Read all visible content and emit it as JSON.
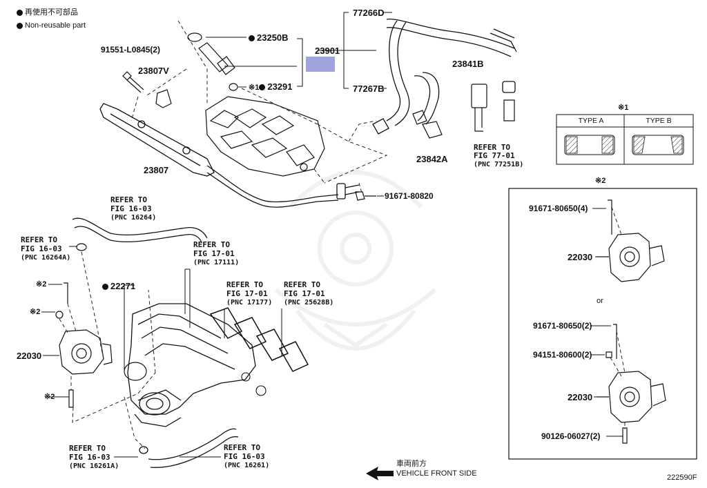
{
  "legend": {
    "jp": "再使用不可部品",
    "en": "Non-reusable part"
  },
  "labels": {
    "p91551": "91551-L0845(2)",
    "p23807v": "23807V",
    "p23807": "23807",
    "p23250b": "23250B",
    "p23291": "23291",
    "note1_mark": "※1",
    "p23901": "23901",
    "p77266d": "77266D",
    "p77267b": "77267B",
    "p23841b": "23841B",
    "p23842a": "23842A",
    "p91671_80820": "91671-80820",
    "p22271": "22271",
    "p22030_left": "22030",
    "note2_a": "※2",
    "note2_b": "※2",
    "note2_c": "※2",
    "p91671_80650_4": "91671-80650(4)",
    "p22030_right1": "22030",
    "or": "or",
    "p91671_80650_2": "91671-80650(2)",
    "p94151_80600_2": "94151-80600(2)",
    "p22030_right2": "22030",
    "p90126_06027_2": "90126-06027(2)"
  },
  "refs": {
    "r77_l1": "REFER TO",
    "r77_l2": "FIG 77-01",
    "r77_l3": "(PNC 77251B)",
    "r16264_l1": "REFER TO",
    "r16264_l2": "FIG 16-03",
    "r16264_l3": "(PNC 16264)",
    "r16264a_l1": "REFER TO",
    "r16264a_l2": "FIG 16-03",
    "r16264a_l3": "(PNC 16264A)",
    "r17111_l1": "REFER TO",
    "r17111_l2": "FIG 17-01",
    "r17111_l3": "(PNC 17111)",
    "r17177_l1": "REFER TO",
    "r17177_l2": "FIG 17-01",
    "r17177_l3": "(PNC 17177)",
    "r25628b_l1": "REFER TO",
    "r25628b_l2": "FIG 17-01",
    "r25628b_l3": "(PNC 25628B)",
    "r16261a_l1": "REFER TO",
    "r16261a_l2": "FIG 16-03",
    "r16261a_l3": "(PNC 16261A)",
    "r16261_l1": "REFER TO",
    "r16261_l2": "FIG 16-03",
    "r16261_l3": "(PNC 16261)"
  },
  "type_box": {
    "note": "※1",
    "type_a": "TYPE A",
    "type_b": "TYPE B"
  },
  "right_box_note": "※2",
  "direction": {
    "jp": "車両前方",
    "en": "VEHICLE FRONT SIDE"
  },
  "figure_code": "222590F",
  "colors": {
    "line": "#111111",
    "dashed": "#222222",
    "highlight": "#9fa4df",
    "watermark": "#e6e6e6"
  }
}
